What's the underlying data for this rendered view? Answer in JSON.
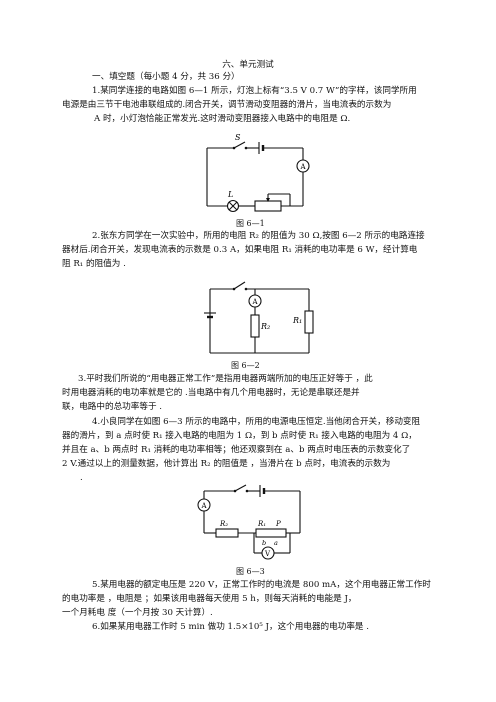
{
  "doc": {
    "title": "六、单元测试",
    "section1": "一、填空题（每小题 4 分，共 36 分）",
    "q1": [
      "1.某同学连接的电路如图 6—1 所示，灯泡上标有“3.5 V 0.7 W”的字样，该同学所用",
      "电源是由三节干电池串联组成的.闭合开关，调节滑动变阻器的滑片，当电流表的示数为",
      "A 时，小灯泡恰能正常发光.这时滑动变阻器接入电路中的电阻是         Ω."
    ],
    "fig1": {
      "caption": "图 6—1",
      "label_s": "S",
      "label_l": "L",
      "label_a": "A"
    },
    "q2": [
      "2.张东方同学在一次实验中，所用的电阻 R₂ 的阻值为 30 Ω,按图 6—2 所示的电路连接",
      "器材后.闭合开关，发现电流表的示数是 0.3 A，如果电阻 R₁ 消耗的电功率是 6 W，经计算电",
      "阻 R₁ 的阻值为          ."
    ],
    "fig2": {
      "caption": "图 6—2",
      "label_a": "A",
      "label_r2": "R₂",
      "label_r1": "R₁"
    },
    "q3": [
      "3.平时我们所说的“用电器正常工作”是指用电器两端所加的电压正好等于          ，此",
      "时用电器消耗的电功率就是它的              .当电路中有几个用电器时，无论是串联还是并",
      "联，电路中的总功率等于              ."
    ],
    "q4": [
      "4.小良同学在如图 6—3 所示的电路中，所用的电源电压恒定.当他闭合开关，移动变阻",
      "器的滑片，到 a 点时使 R₁ 接入电路的电阻为 1 Ω，到 b 点时使 R₁ 接入电路的电阻为 4 Ω，",
      "并且在 a、b 两点时 R₁ 消耗的电功率相等；他还观察到在 a、b 两点时电压表的示数变化了",
      "2 V.通过以上的测量数据，他计算出 R₂ 的阻值是          ，当滑片在 b 点时，电流表的示数为",
      "          ."
    ],
    "fig3": {
      "caption": "图 6—3",
      "label_a": "A",
      "label_r2": "R₂",
      "label_r1": "R₁",
      "label_p": "P",
      "label_b": "b",
      "label_aa": "a",
      "label_v": "V"
    },
    "q5": [
      "5.某用电器的额定电压是 220 V，正常工作时的电流是 800 mA，这个用电器正常工作时",
      "的电功率是          ，电阻是          ；如果该用电器每天使用 5 h，则每天消耗的电能是          J，",
      "一个月耗电          度（一个月按 30 天计算）."
    ],
    "q6": "6.如果某用电器工作时 5 min 做功 1.5×10⁵ J，这个用电器的电功率是          ."
  }
}
